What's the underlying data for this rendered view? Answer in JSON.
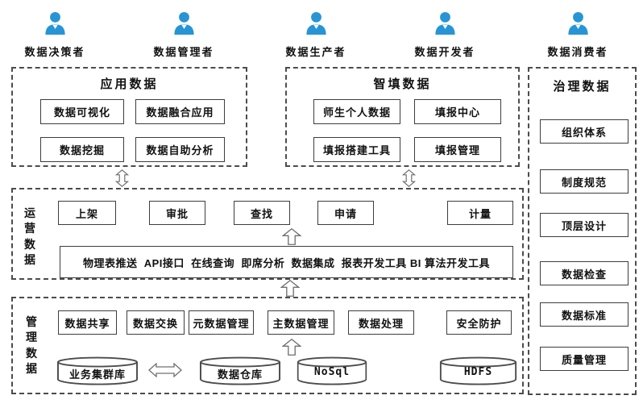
{
  "actors": [
    {
      "label": "数据决策者"
    },
    {
      "label": "数据管理者"
    },
    {
      "label": "数据生产者"
    },
    {
      "label": "数据开发者"
    },
    {
      "label": "数据消费者"
    }
  ],
  "sections": {
    "application": {
      "title": "应用数据",
      "items": [
        "数据可视化",
        "数据融合应用",
        "数据挖掘",
        "数据自助分析"
      ]
    },
    "smart_fill": {
      "title": "智填数据",
      "items": [
        "师生个人数据",
        "填报中心",
        "填报搭建工具",
        "填报管理"
      ]
    },
    "governance": {
      "title": "治理数据",
      "items": [
        "组织体系",
        "制度规范",
        "顶层设计",
        "数据检查",
        "数据标准",
        "质量管理"
      ]
    },
    "operation": {
      "title": "运营数据",
      "items": [
        "上架",
        "审批",
        "查找",
        "申请",
        "计量"
      ],
      "tools": "物理表推送  API接口  在线查询  即席分析  数据集成  报表开发工具 BI 算法开发工具"
    },
    "management": {
      "title": "管理数据",
      "items": [
        "数据共享",
        "数据交换",
        "元数据管理",
        "主数据管理",
        "数据处理",
        "安全防护"
      ],
      "stores": [
        "业务集群库",
        "数据仓库",
        "NoSql",
        "HDFS"
      ]
    }
  },
  "colors": {
    "actor_icon": "#2795d5",
    "box_border": "#3d3d3d",
    "dashed_border": "#4c4c4c",
    "arrow_outline": "#707070"
  }
}
